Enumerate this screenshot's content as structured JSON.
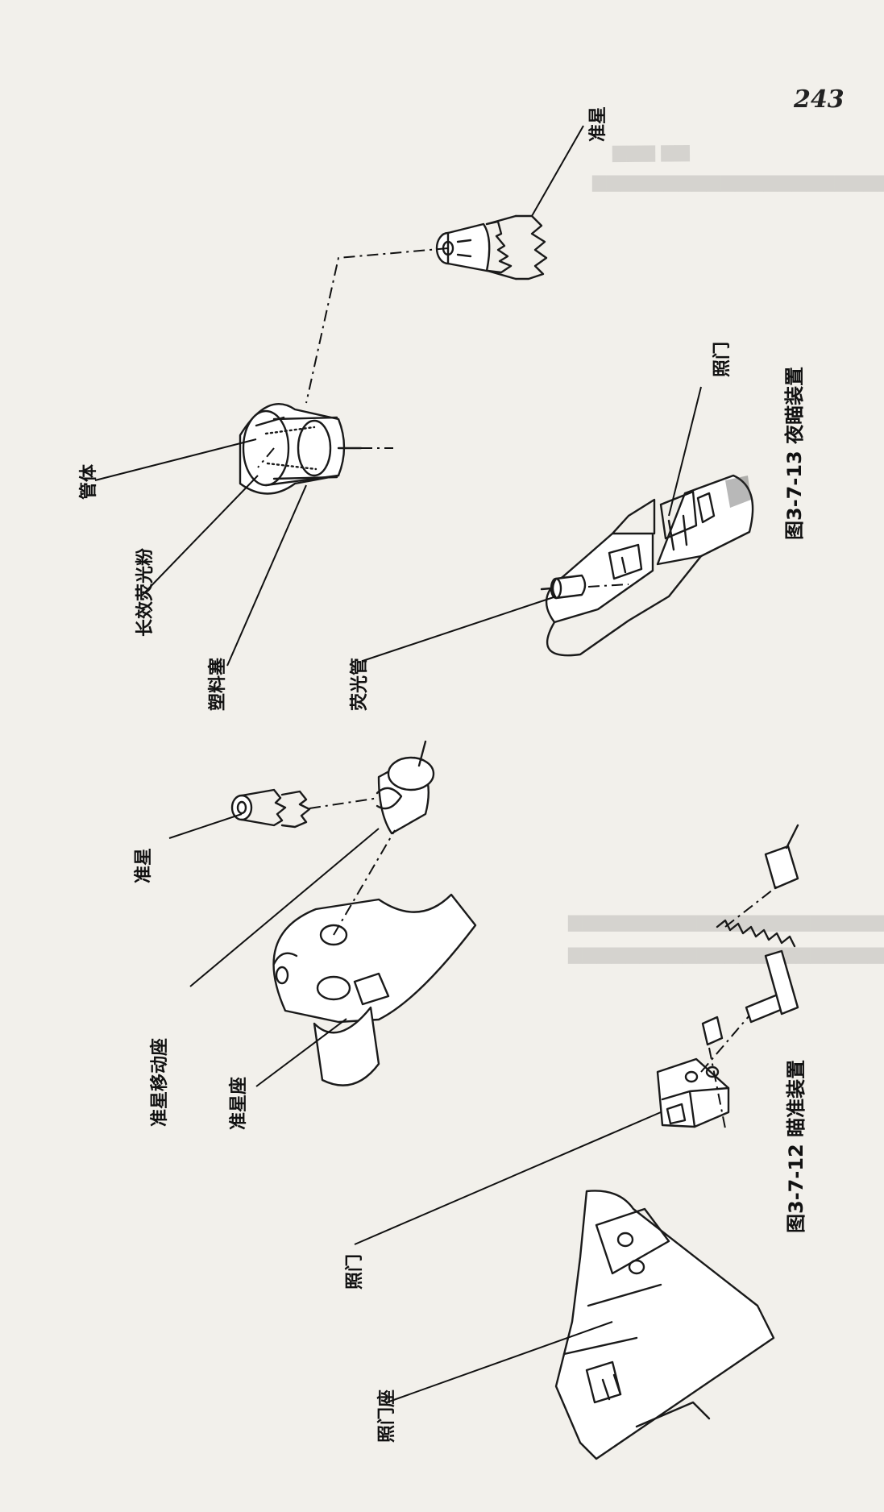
{
  "page": {
    "number": "243"
  },
  "figure_13": {
    "caption": "图3-7-13 夜瞄装置",
    "labels": {
      "front_sight": "准星",
      "tube": "管体",
      "phosphor": "长效荧光粉",
      "plug": "塑料塞",
      "rear_sight": "照门",
      "fluorescent_tube": "荧光管"
    }
  },
  "figure_12": {
    "caption": "图3-7-12 瞄准装置",
    "labels": {
      "front_sight": "准星",
      "front_sight_mover": "准星移动座",
      "front_sight_base": "准星座",
      "rear_sight": "照门",
      "rear_sight_base": "照门座"
    }
  },
  "colors": {
    "paper": "#f2f0eb",
    "ink": "#1a1a1a"
  }
}
